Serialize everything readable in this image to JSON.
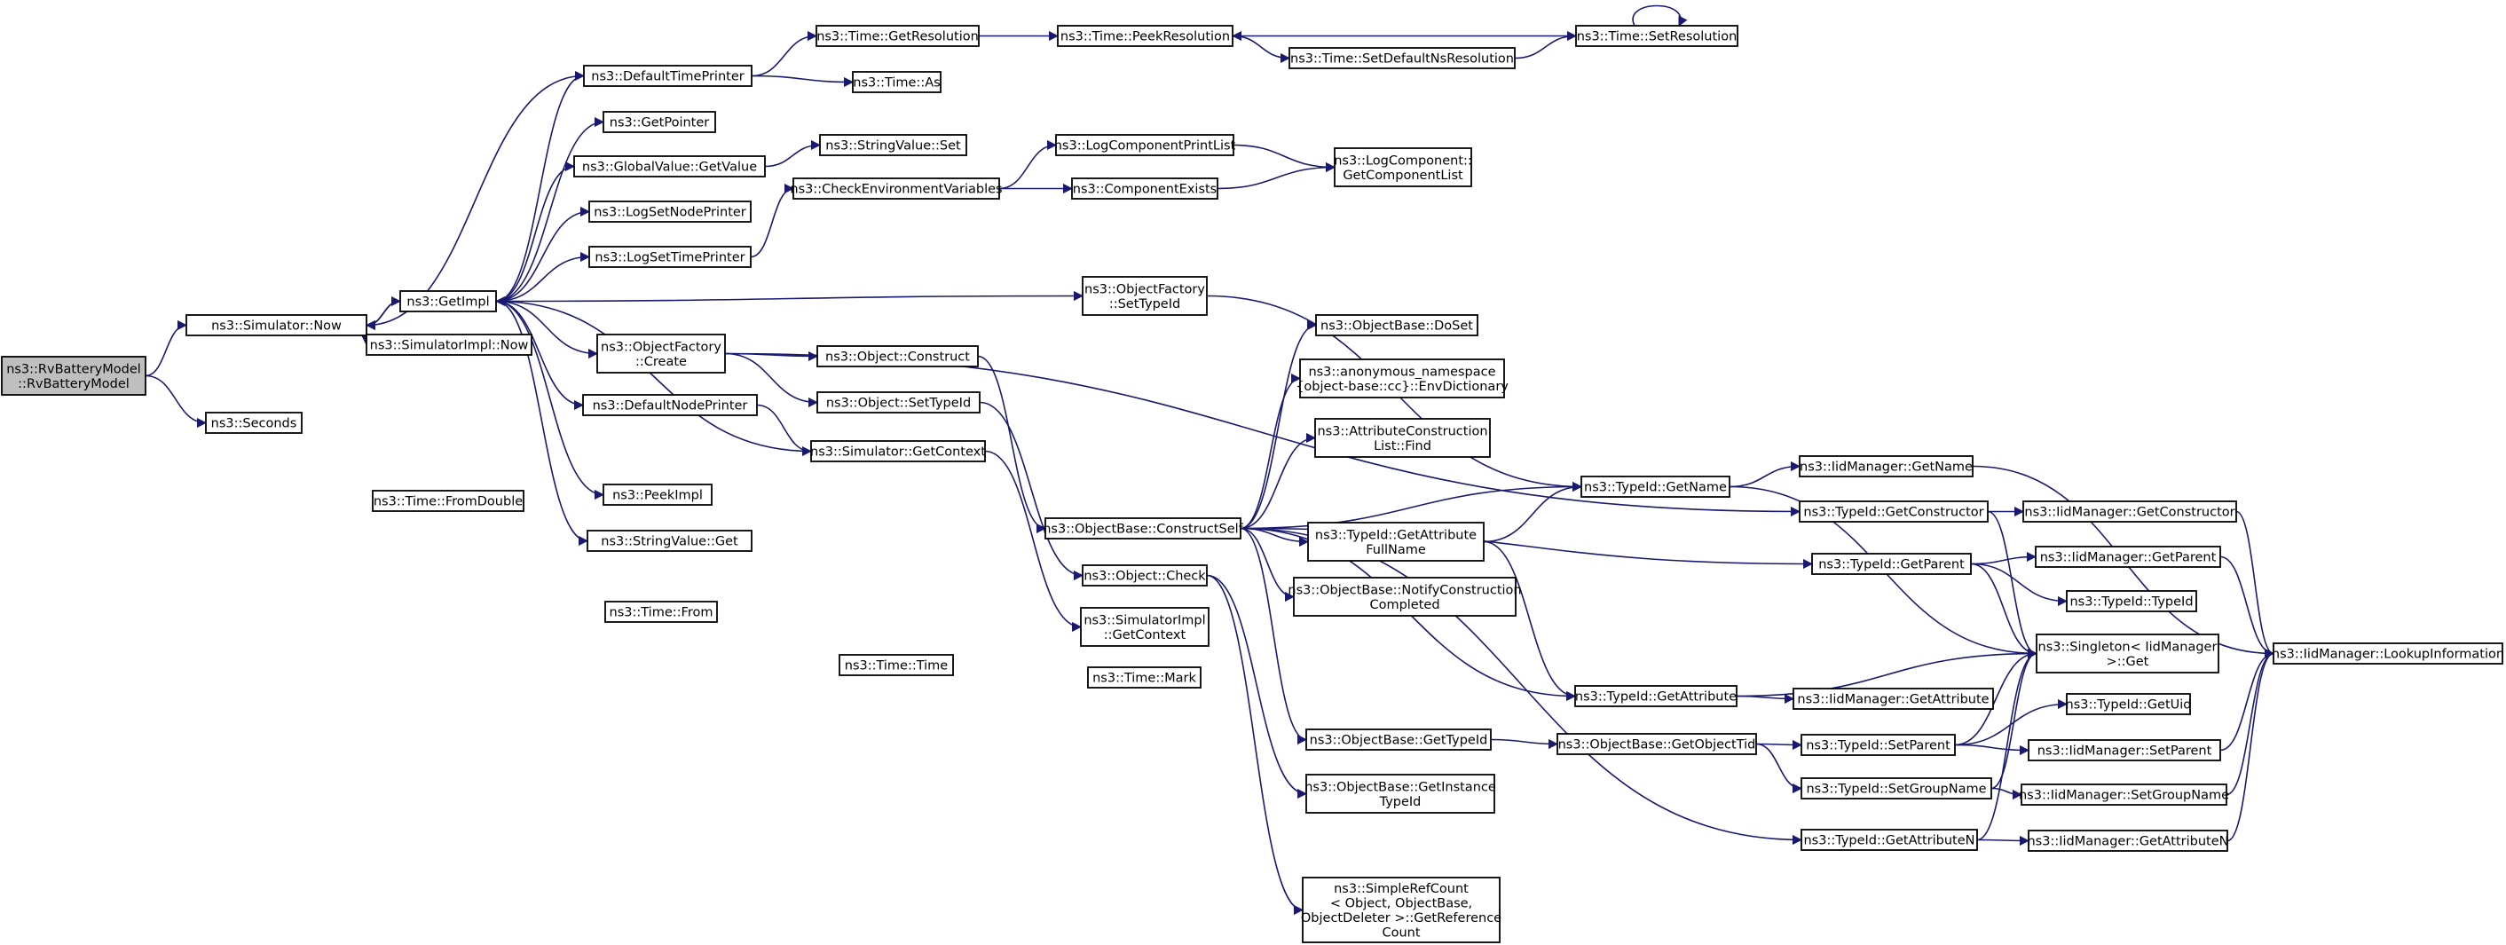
{
  "diagram": {
    "colors": {
      "edge": "#191970",
      "node_border": "#000000",
      "root_fill": "#bfbfbf",
      "node_fill": "#ffffff"
    },
    "nodes": [
      {
        "id": "root",
        "lines": [
          "ns3::RvBatteryModel",
          "::RvBatteryModel"
        ]
      },
      {
        "id": "now",
        "lines": [
          "ns3::Simulator::Now"
        ]
      },
      {
        "id": "seconds",
        "lines": [
          "ns3::Seconds"
        ]
      },
      {
        "id": "getimpl",
        "lines": [
          "ns3::GetImpl"
        ]
      },
      {
        "id": "simimplnow",
        "lines": [
          "ns3::SimulatorImpl::Now"
        ]
      },
      {
        "id": "fromdouble",
        "lines": [
          "ns3::Time::FromDouble"
        ]
      },
      {
        "id": "from",
        "lines": [
          "ns3::Time::From"
        ]
      },
      {
        "id": "timetime",
        "lines": [
          "ns3::Time::Time"
        ]
      },
      {
        "id": "mark",
        "lines": [
          "ns3::Time::Mark"
        ]
      },
      {
        "id": "deftimeprinter",
        "lines": [
          "ns3::DefaultTimePrinter"
        ]
      },
      {
        "id": "getpointer",
        "lines": [
          "ns3::GetPointer"
        ]
      },
      {
        "id": "gvgetvalue",
        "lines": [
          "ns3::GlobalValue::GetValue"
        ]
      },
      {
        "id": "logsetnode",
        "lines": [
          "ns3::LogSetNodePrinter"
        ]
      },
      {
        "id": "logsettime",
        "lines": [
          "ns3::LogSetTimePrinter"
        ]
      },
      {
        "id": "ofcreate",
        "lines": [
          "ns3::ObjectFactory",
          "::Create"
        ]
      },
      {
        "id": "defnodeprinter",
        "lines": [
          "ns3::DefaultNodePrinter"
        ]
      },
      {
        "id": "peekimpl",
        "lines": [
          "ns3::PeekImpl"
        ]
      },
      {
        "id": "svget",
        "lines": [
          "ns3::StringValue::Get"
        ]
      },
      {
        "id": "getres",
        "lines": [
          "ns3::Time::GetResolution"
        ]
      },
      {
        "id": "timeas",
        "lines": [
          "ns3::Time::As"
        ]
      },
      {
        "id": "svset",
        "lines": [
          "ns3::StringValue::Set"
        ]
      },
      {
        "id": "checkenv",
        "lines": [
          "ns3::CheckEnvironmentVariables"
        ]
      },
      {
        "id": "objconstruct",
        "lines": [
          "ns3::Object::Construct"
        ]
      },
      {
        "id": "objsettypeid",
        "lines": [
          "ns3::Object::SetTypeId"
        ]
      },
      {
        "id": "simgetcontext",
        "lines": [
          "ns3::Simulator::GetContext"
        ]
      },
      {
        "id": "peekres",
        "lines": [
          "ns3::Time::PeekResolution"
        ]
      },
      {
        "id": "setdefns",
        "lines": [
          "ns3::Time::SetDefaultNsResolution"
        ]
      },
      {
        "id": "setres",
        "lines": [
          "ns3::Time::SetResolution"
        ]
      },
      {
        "id": "logcompprint",
        "lines": [
          "ns3::LogComponentPrintList"
        ]
      },
      {
        "id": "compexists",
        "lines": [
          "ns3::ComponentExists"
        ]
      },
      {
        "id": "logcompget",
        "lines": [
          "ns3::LogComponent::",
          "GetComponentList"
        ]
      },
      {
        "id": "ofsettypeid",
        "lines": [
          "ns3::ObjectFactory",
          "::SetTypeId"
        ]
      },
      {
        "id": "obconstructself",
        "lines": [
          "ns3::ObjectBase::ConstructSelf"
        ]
      },
      {
        "id": "objcheck",
        "lines": [
          "ns3::Object::Check"
        ]
      },
      {
        "id": "simimplctx",
        "lines": [
          "ns3::SimulatorImpl",
          "::GetContext"
        ]
      },
      {
        "id": "obdoset",
        "lines": [
          "ns3::ObjectBase::DoSet"
        ]
      },
      {
        "id": "envdict",
        "lines": [
          "ns3::anonymous_namespace",
          "{object-base::cc}::EnvDictionary"
        ]
      },
      {
        "id": "attrconstfind",
        "lines": [
          "ns3::AttributeConstruction",
          "List::Find"
        ]
      },
      {
        "id": "tidgetname",
        "lines": [
          "ns3::TypeId::GetName"
        ]
      },
      {
        "id": "tidgetattrfull",
        "lines": [
          "ns3::TypeId::GetAttribute",
          "FullName"
        ]
      },
      {
        "id": "obnotify",
        "lines": [
          "ns3::ObjectBase::NotifyConstruction",
          "Completed"
        ]
      },
      {
        "id": "tidgetattr",
        "lines": [
          "ns3::TypeId::GetAttribute"
        ]
      },
      {
        "id": "obgettypeid",
        "lines": [
          "ns3::ObjectBase::GetTypeId"
        ]
      },
      {
        "id": "obgetobjtid",
        "lines": [
          "ns3::ObjectBase::GetObjectTid"
        ]
      },
      {
        "id": "obgetinst",
        "lines": [
          "ns3::ObjectBase::GetInstance",
          "TypeId"
        ]
      },
      {
        "id": "simplerefcount",
        "lines": [
          "ns3::SimpleRefCount",
          "< Object, ObjectBase,",
          "ObjectDeleter >::GetReference",
          "Count"
        ]
      },
      {
        "id": "iidgetname",
        "lines": [
          "ns3::IidManager::GetName"
        ]
      },
      {
        "id": "tidgetconstructor",
        "lines": [
          "ns3::TypeId::GetConstructor"
        ]
      },
      {
        "id": "tidgetparent",
        "lines": [
          "ns3::TypeId::GetParent"
        ]
      },
      {
        "id": "iidgetattr",
        "lines": [
          "ns3::IidManager::GetAttribute"
        ]
      },
      {
        "id": "tidsetparent",
        "lines": [
          "ns3::TypeId::SetParent"
        ]
      },
      {
        "id": "tidsetgroup",
        "lines": [
          "ns3::TypeId::SetGroupName"
        ]
      },
      {
        "id": "tidgetattrn",
        "lines": [
          "ns3::TypeId::GetAttributeN"
        ]
      },
      {
        "id": "iidgetconstructor",
        "lines": [
          "ns3::IidManager::GetConstructor"
        ]
      },
      {
        "id": "iidgetparent",
        "lines": [
          "ns3::IidManager::GetParent"
        ]
      },
      {
        "id": "tidtypeid",
        "lines": [
          "ns3::TypeId::TypeId"
        ]
      },
      {
        "id": "singletonget",
        "lines": [
          "ns3::Singleton< IidManager",
          ">::Get"
        ]
      },
      {
        "id": "tidgetuid",
        "lines": [
          "ns3::TypeId::GetUid"
        ]
      },
      {
        "id": "iidsetparent",
        "lines": [
          "ns3::IidManager::SetParent"
        ]
      },
      {
        "id": "iidsetgroup",
        "lines": [
          "ns3::IidManager::SetGroupName"
        ]
      },
      {
        "id": "iidgetattrn",
        "lines": [
          "ns3::IidManager::GetAttributeN"
        ]
      },
      {
        "id": "iidlookup",
        "lines": [
          "ns3::IidManager::LookupInformation"
        ]
      }
    ],
    "edges": [
      [
        "root",
        "now"
      ],
      [
        "root",
        "seconds"
      ],
      [
        "now",
        "getimpl"
      ],
      [
        "now",
        "simimplnow"
      ],
      [
        "getimpl",
        "deftimeprinter"
      ],
      [
        "getimpl",
        "getpointer"
      ],
      [
        "getimpl",
        "gvgetvalue"
      ],
      [
        "getimpl",
        "logsetnode"
      ],
      [
        "getimpl",
        "logsettime"
      ],
      [
        "getimpl",
        "ofsettypeid"
      ],
      [
        "getimpl",
        "ofcreate"
      ],
      [
        "getimpl",
        "defnodeprinter"
      ],
      [
        "getimpl",
        "peekimpl"
      ],
      [
        "getimpl",
        "svget"
      ],
      [
        "getimpl",
        "now"
      ],
      [
        "deftimeprinter",
        "now"
      ],
      [
        "deftimeprinter",
        "getres"
      ],
      [
        "deftimeprinter",
        "timeas"
      ],
      [
        "getres",
        "peekres"
      ],
      [
        "peekres",
        "setdefns"
      ],
      [
        "setdefns",
        "setres"
      ],
      [
        "setres",
        "peekres"
      ],
      [
        "setres",
        "setres"
      ],
      [
        "gvgetvalue",
        "svset"
      ],
      [
        "logsettime",
        "checkenv"
      ],
      [
        "checkenv",
        "logcompprint"
      ],
      [
        "checkenv",
        "compexists"
      ],
      [
        "logcompprint",
        "logcompget"
      ],
      [
        "compexists",
        "logcompget"
      ],
      [
        "ofcreate",
        "objconstruct"
      ],
      [
        "ofcreate",
        "objsettypeid"
      ],
      [
        "ofcreate",
        "tidgetconstructor"
      ],
      [
        "defnodeprinter",
        "simgetcontext"
      ],
      [
        "simgetcontext",
        "getimpl"
      ],
      [
        "simgetcontext",
        "simimplctx"
      ],
      [
        "objconstruct",
        "obconstructself"
      ],
      [
        "objsettypeid",
        "objcheck"
      ],
      [
        "objcheck",
        "obgetinst"
      ],
      [
        "objcheck",
        "simplerefcount"
      ],
      [
        "ofsettypeid",
        "tidgetname"
      ],
      [
        "obconstructself",
        "obdoset"
      ],
      [
        "obconstructself",
        "envdict"
      ],
      [
        "obconstructself",
        "attrconstfind"
      ],
      [
        "obconstructself",
        "tidgetname"
      ],
      [
        "obconstructself",
        "tidgetattrfull"
      ],
      [
        "obconstructself",
        "obnotify"
      ],
      [
        "obconstructself",
        "tidgetparent"
      ],
      [
        "obconstructself",
        "tidgetattr"
      ],
      [
        "obconstructself",
        "obgettypeid"
      ],
      [
        "obconstructself",
        "tidgetattrn"
      ],
      [
        "tidgetattrfull",
        "tidgetname"
      ],
      [
        "tidgetattrfull",
        "tidgetattr"
      ],
      [
        "tidgetname",
        "iidgetname"
      ],
      [
        "tidgetname",
        "singletonget"
      ],
      [
        "iidgetname",
        "iidlookup"
      ],
      [
        "tidgetconstructor",
        "iidgetconstructor"
      ],
      [
        "tidgetconstructor",
        "singletonget"
      ],
      [
        "tidgetparent",
        "iidgetparent"
      ],
      [
        "tidgetparent",
        "tidtypeid"
      ],
      [
        "tidgetparent",
        "singletonget"
      ],
      [
        "tidgetattr",
        "iidgetattr"
      ],
      [
        "tidgetattr",
        "singletonget"
      ],
      [
        "obgettypeid",
        "obgetobjtid"
      ],
      [
        "obgetobjtid",
        "tidsetparent"
      ],
      [
        "obgetobjtid",
        "tidsetgroup"
      ],
      [
        "tidsetparent",
        "tidgetuid"
      ],
      [
        "tidsetparent",
        "iidsetparent"
      ],
      [
        "tidsetparent",
        "singletonget"
      ],
      [
        "tidsetgroup",
        "iidsetgroup"
      ],
      [
        "tidsetgroup",
        "singletonget"
      ],
      [
        "tidgetattrn",
        "iidgetattrn"
      ],
      [
        "tidgetattrn",
        "singletonget"
      ],
      [
        "iidgetconstructor",
        "iidlookup"
      ],
      [
        "iidgetparent",
        "iidlookup"
      ],
      [
        "iidsetparent",
        "iidlookup"
      ],
      [
        "iidsetgroup",
        "iidlookup"
      ],
      [
        "iidgetattrn",
        "iidlookup"
      ]
    ]
  }
}
